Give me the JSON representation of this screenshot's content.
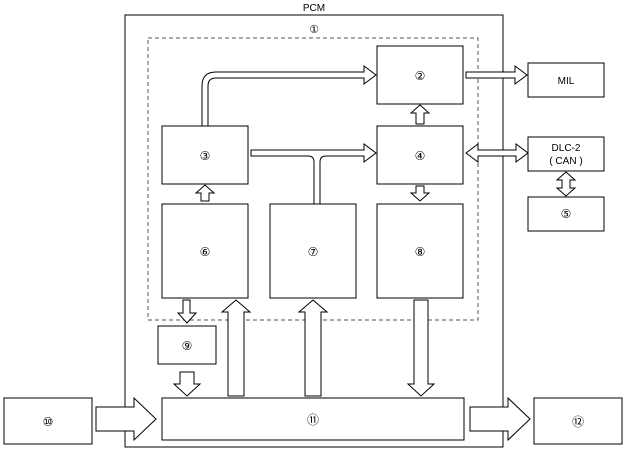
{
  "diagram": {
    "pcm_label": "PCM",
    "boundary_label": "①",
    "blocks": {
      "b2": "②",
      "b3": "③",
      "b4": "④",
      "b5": "⑤",
      "b6": "⑥",
      "b7": "⑦",
      "b8": "⑧",
      "b9": "⑨",
      "b10": "⑩",
      "b11": "⑪",
      "b12": "⑫"
    },
    "mil_label": "MIL",
    "dlc_label_line1": "DLC-2",
    "dlc_label_line2": "( CAN )"
  }
}
